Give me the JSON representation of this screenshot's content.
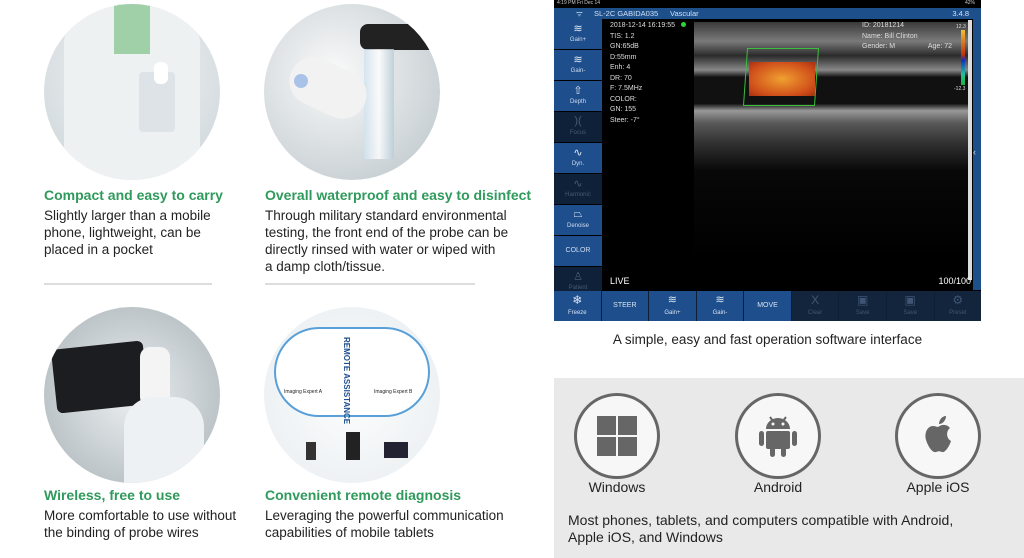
{
  "features": [
    {
      "title": "Compact and easy to carry",
      "lines": [
        "Slightly larger than a mobile",
        "phone, lightweight, can be",
        "placed in a pocket"
      ]
    },
    {
      "title": "Overall waterproof and easy to disinfect",
      "lines": [
        "Through military standard environmental",
        "testing, the front end of the probe can be",
        "directly rinsed with water or wiped with",
        "a damp cloth/tissue."
      ]
    },
    {
      "title": "Wireless, free to use",
      "lines": [
        "More comfortable to use without",
        "the binding of probe wires"
      ]
    },
    {
      "title": "Convenient remote diagnosis",
      "lines": [
        "Leveraging the powerful communication",
        "capabilities of mobile tablets"
      ]
    }
  ],
  "remote_image": {
    "label": "REMOTE ASSISTANCE",
    "expert_a": "Imaging Expert A",
    "expert_b": "Imaging Expert B"
  },
  "ultrasound": {
    "status": {
      "time": "4:19 PM",
      "date": "Fri Dec 14",
      "battery": "42%"
    },
    "title": {
      "probe": "SL-2C GABIDA035",
      "mode": "Vascular",
      "version": "3.4.8"
    },
    "side_buttons": [
      {
        "label": "Gain+",
        "icon": "gain-icon"
      },
      {
        "label": "Gain-",
        "icon": "gain-icon"
      },
      {
        "label": "Depth",
        "icon": "depth-icon"
      },
      {
        "label": "Focus",
        "icon": "focus-icon"
      },
      {
        "label": "Dyn.",
        "icon": "wave-icon"
      },
      {
        "label": "Harmonic",
        "icon": "wave-icon"
      },
      {
        "label": "Denoise",
        "icon": "sector-icon"
      },
      {
        "label": "COLOR",
        "icon": ""
      },
      {
        "label": "Patient",
        "icon": "patient-icon"
      }
    ],
    "params": [
      "2018-12-14 16:19:55",
      "TIS: 1.2",
      "GN:65dB",
      "D:55mm",
      "Enh: 4",
      "DR: 70",
      "F: 7.5MHz",
      "COLOR:",
      "GN: 155",
      "Steer: -7°"
    ],
    "patient": {
      "id": "ID: 20181214",
      "name": "Name: Bill Clinton",
      "gender": "Gender: M",
      "age": "Age: 72"
    },
    "scale": {
      "max": "12.3",
      "min": "-12.3"
    },
    "live": "LIVE",
    "frames": "100/100",
    "bottom_buttons": [
      {
        "label": "Freeze",
        "icon": "❄"
      },
      {
        "label": "STEER",
        "icon": ""
      },
      {
        "label": "Gain+",
        "icon": "≋"
      },
      {
        "label": "Gain-",
        "icon": "≋"
      },
      {
        "label": "MOVE",
        "icon": ""
      },
      {
        "label": "Clear",
        "icon": "X"
      },
      {
        "label": "Save",
        "icon": "▣"
      },
      {
        "label": "Save",
        "icon": "▣"
      },
      {
        "label": "Preset",
        "icon": "⚙"
      }
    ]
  },
  "caption": "A simple, easy and fast operation software interface",
  "os": {
    "items": [
      {
        "label": "Windows",
        "icon": "windows-icon"
      },
      {
        "label": "Android",
        "icon": "android-icon"
      },
      {
        "label": "Apple iOS",
        "icon": "apple-icon"
      }
    ],
    "text": [
      "Most phones, tablets, and computers compatible with Android,",
      "Apple iOS, and Windows"
    ]
  },
  "colors": {
    "accent_green": "#2f9a5c",
    "ui_blue": "#1e4f8c"
  }
}
